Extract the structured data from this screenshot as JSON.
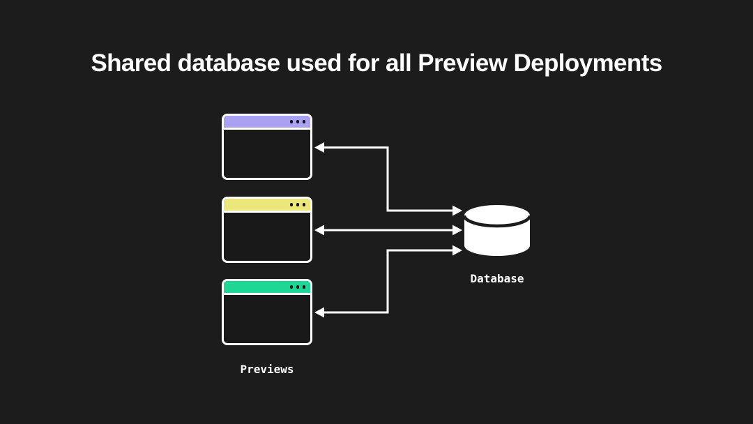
{
  "title": "Shared database used for all Preview Deployments",
  "colors": {
    "background": "#1c1c1c",
    "window_body": "#1a191a",
    "window_border": "#ffffff",
    "arrow": "#ffffff",
    "text": "#ffffff",
    "titlebar_dot": "#141420",
    "db_fill": "#ffffff"
  },
  "previews": {
    "label": "Previews",
    "windows": [
      {
        "titlebar_color": "#a9a1f1"
      },
      {
        "titlebar_color": "#ebe77b"
      },
      {
        "titlebar_color": "#1fd795"
      }
    ]
  },
  "database": {
    "label": "Database"
  },
  "icons": {
    "database": "cylinder",
    "window_dots": "three-dots"
  }
}
